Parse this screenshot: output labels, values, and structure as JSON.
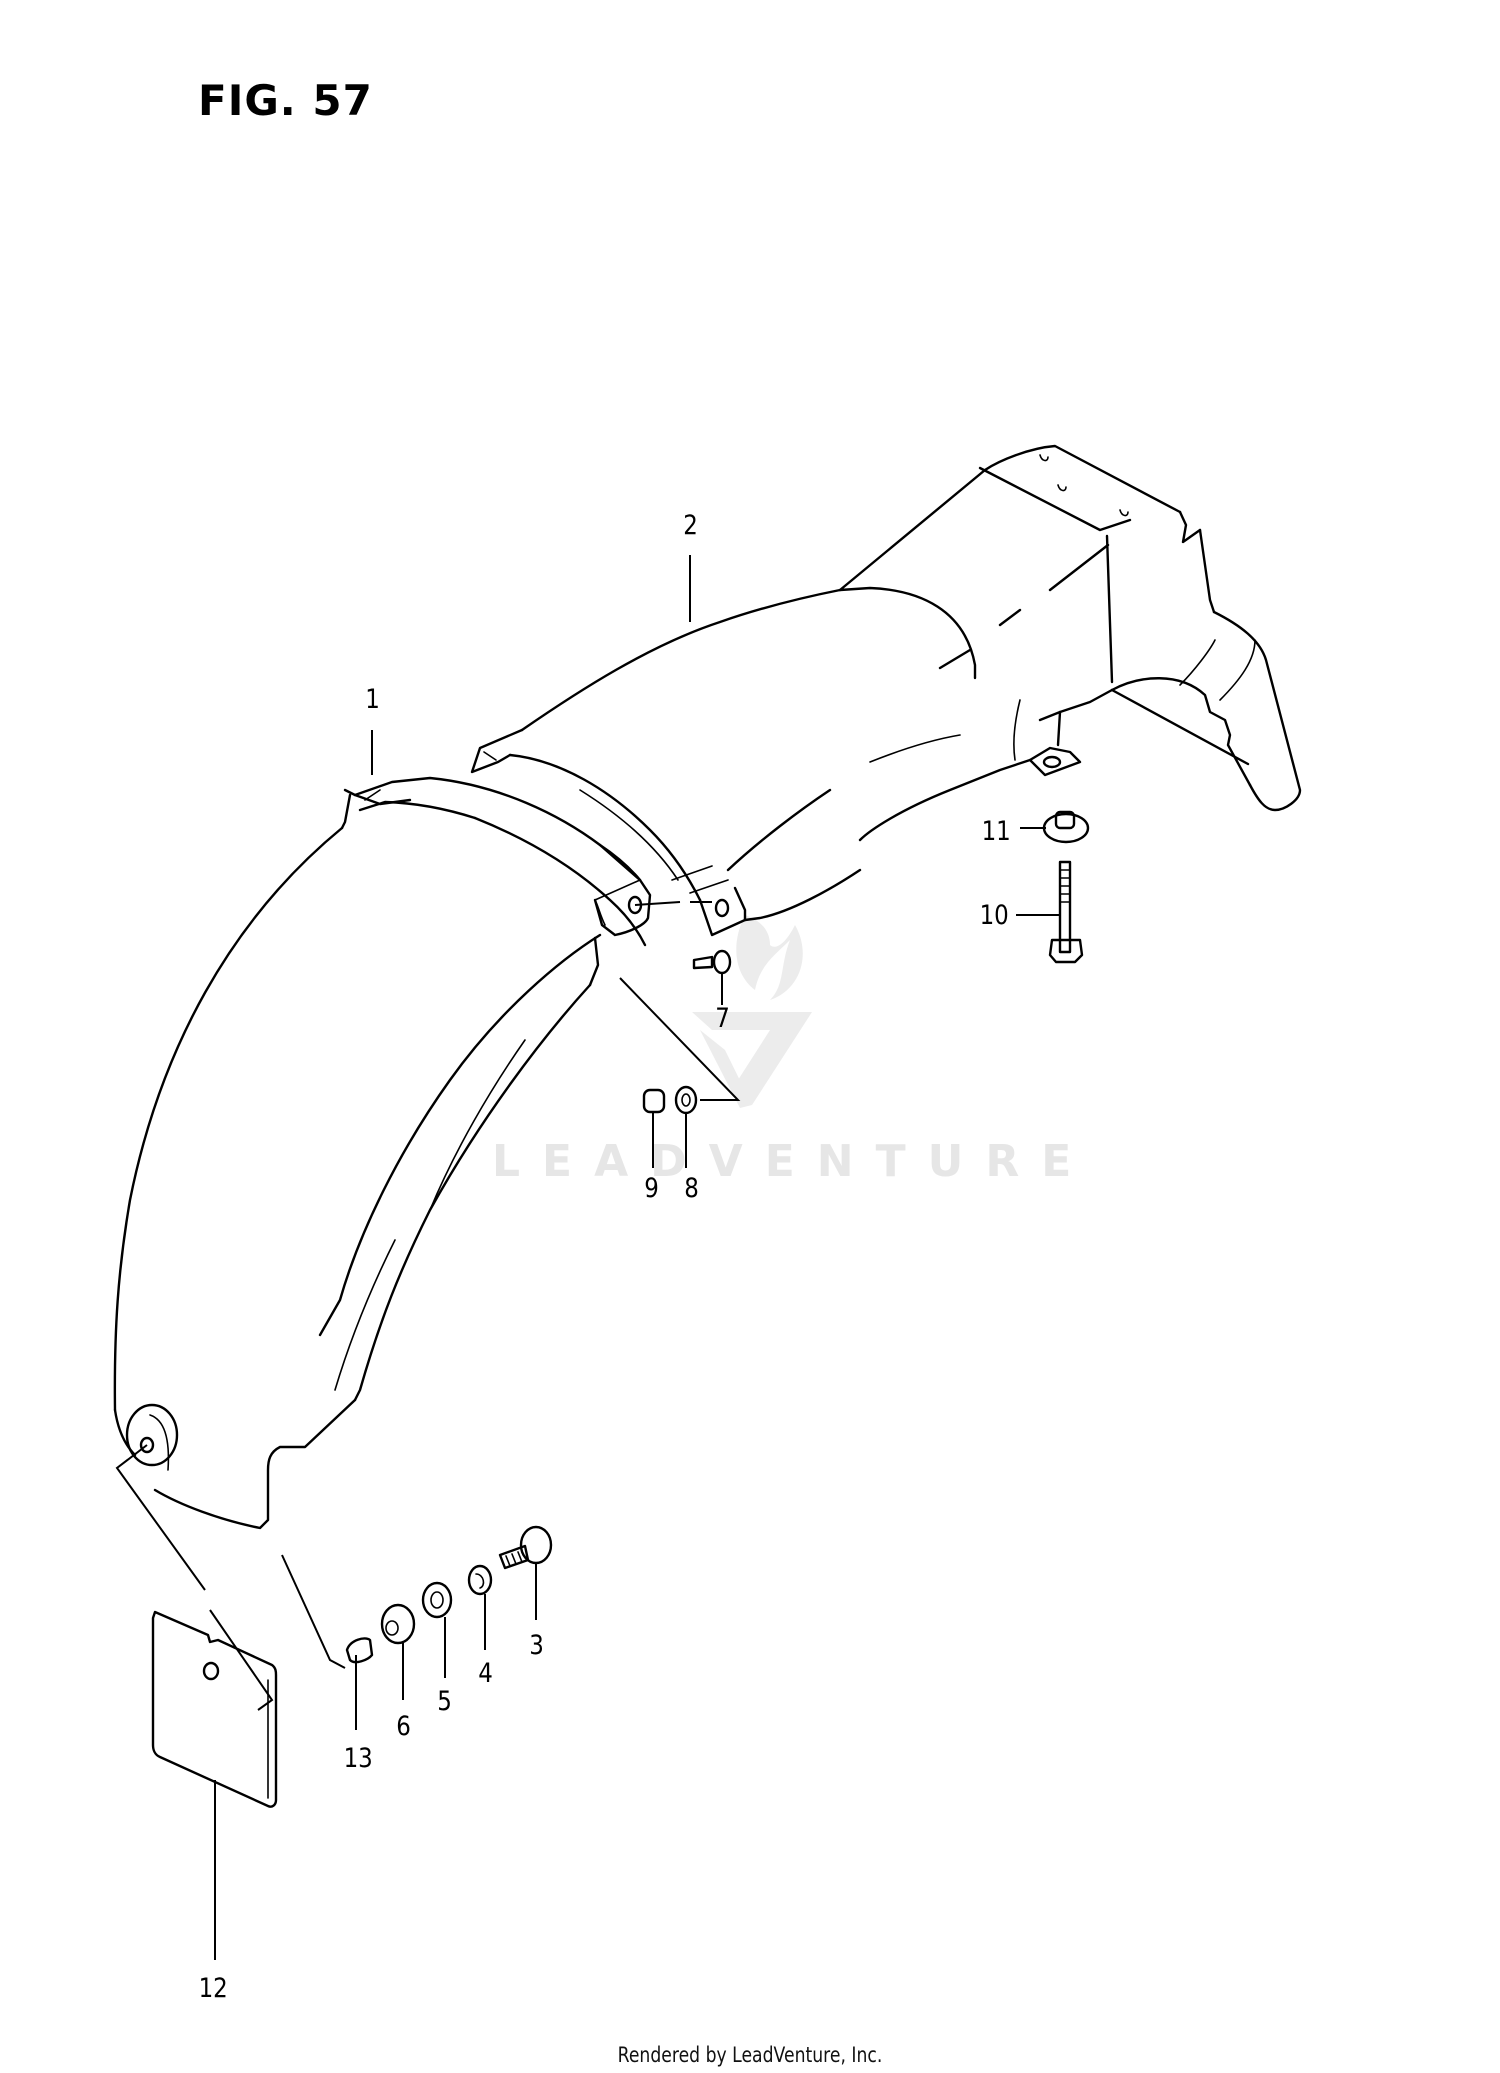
{
  "figure": {
    "title": "FIG. 57",
    "watermark": "LEADVENTURE",
    "footer": "Rendered by LeadVenture, Inc."
  },
  "callouts": [
    {
      "id": "1",
      "label": "1",
      "part": "rear-fender"
    },
    {
      "id": "2",
      "label": "2",
      "part": "rear-fender-upper"
    },
    {
      "id": "3",
      "label": "3",
      "part": "bolt"
    },
    {
      "id": "4",
      "label": "4",
      "part": "lock-washer"
    },
    {
      "id": "5",
      "label": "5",
      "part": "washer"
    },
    {
      "id": "6",
      "label": "6",
      "part": "cushion"
    },
    {
      "id": "7",
      "label": "7",
      "part": "screw"
    },
    {
      "id": "8",
      "label": "8",
      "part": "washer"
    },
    {
      "id": "9",
      "label": "9",
      "part": "nut"
    },
    {
      "id": "10",
      "label": "10",
      "part": "bolt"
    },
    {
      "id": "11",
      "label": "11",
      "part": "washer"
    },
    {
      "id": "12",
      "label": "12",
      "part": "mud-flap"
    },
    {
      "id": "13",
      "label": "13",
      "part": "spacer"
    }
  ],
  "colors": {
    "line": "#000000",
    "background": "#ffffff",
    "watermark": "#e6e6e6"
  }
}
